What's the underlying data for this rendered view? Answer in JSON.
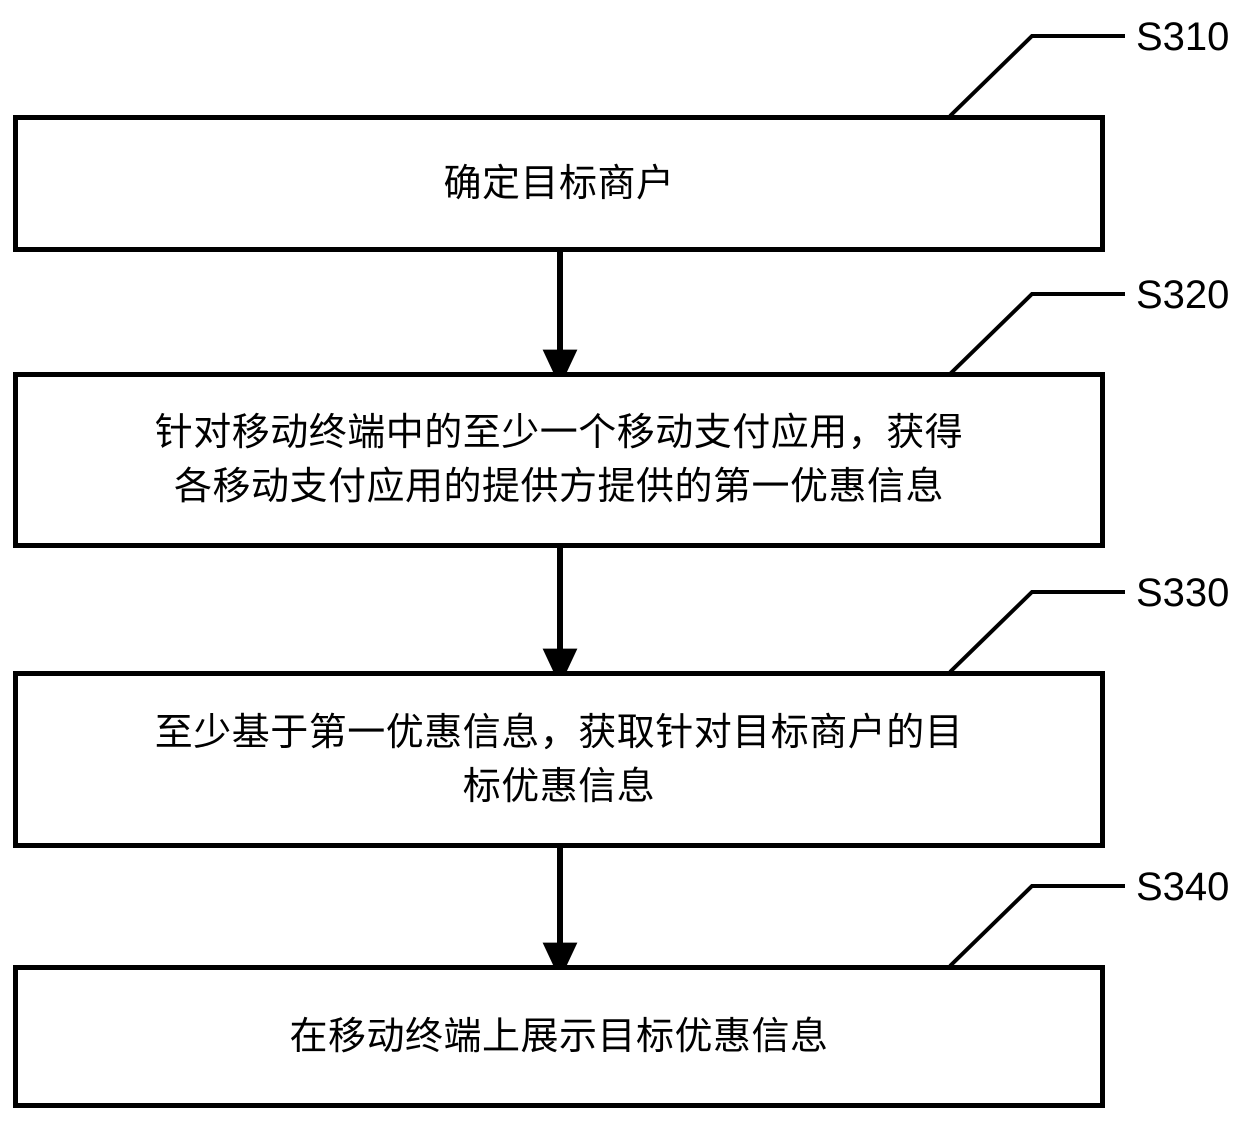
{
  "diagram": {
    "type": "flowchart",
    "orientation": "vertical",
    "background_color": "#ffffff",
    "line_color": "#000000",
    "steps": [
      {
        "id": "S310",
        "label": "S310",
        "text": "确定目标商户",
        "lines": [
          "确定目标商户"
        ]
      },
      {
        "id": "S320",
        "label": "S320",
        "text": "针对移动终端中的至少一个移动支付应用，获得\n各移动支付应用的提供方提供的第一优惠信息",
        "lines": [
          "针对移动终端中的至少一个移动支付应用，获得",
          "各移动支付应用的提供方提供的第一优惠信息"
        ]
      },
      {
        "id": "S330",
        "label": "S330",
        "text": "至少基于第一优惠信息，获取针对目标商户的目\n标优惠信息",
        "lines": [
          "至少基于第一优惠信息，获取针对目标商户的目",
          "标优惠信息"
        ]
      },
      {
        "id": "S340",
        "label": "S340",
        "text": "在移动终端上展示目标优惠信息",
        "lines": [
          "在移动终端上展示目标优惠信息"
        ]
      }
    ],
    "connectors": [
      {
        "from": "S310",
        "to": "S320",
        "style": "solid-arrow-down"
      },
      {
        "from": "S320",
        "to": "S330",
        "style": "solid-arrow-down"
      },
      {
        "from": "S330",
        "to": "S340",
        "style": "solid-arrow-down"
      }
    ]
  }
}
